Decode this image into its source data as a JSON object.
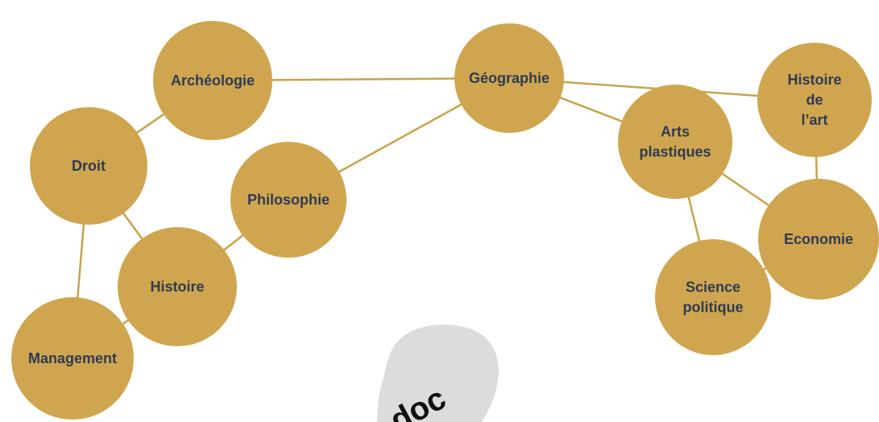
{
  "colors": {
    "node": "#cfa64f",
    "edge": "#c9a24c",
    "label": "#2f3a55",
    "blob": "#dcdcdc",
    "logo_text": "#111111"
  },
  "nodes": {
    "archeologie": [
      "Archéologie"
    ],
    "geographie": [
      "Géographie"
    ],
    "histoire_art": [
      "Histoire",
      "de",
      "l’art"
    ],
    "droit": [
      "Droit"
    ],
    "philosophie": [
      "Philosophie"
    ],
    "arts_plastiques": [
      "Arts",
      "plastiques"
    ],
    "economie": [
      "Economie"
    ],
    "histoire": [
      "Histoire"
    ],
    "science_politique": [
      "Science",
      "politique"
    ],
    "management": [
      "Management"
    ]
  },
  "edges": [
    [
      "archeologie",
      "geographie"
    ],
    [
      "geographie",
      "histoire_art"
    ],
    [
      "geographie",
      "philosophie"
    ],
    [
      "geographie",
      "arts_plastiques"
    ],
    [
      "archeologie",
      "droit"
    ],
    [
      "droit",
      "histoire"
    ],
    [
      "droit",
      "management"
    ],
    [
      "histoire",
      "philosophie"
    ],
    [
      "histoire",
      "management"
    ],
    [
      "arts_plastiques",
      "economie"
    ],
    [
      "arts_plastiques",
      "science_politique"
    ],
    [
      "histoire_art",
      "economie"
    ],
    [
      "science_politique",
      "economie"
    ]
  ],
  "logo": {
    "text": "doc"
  }
}
